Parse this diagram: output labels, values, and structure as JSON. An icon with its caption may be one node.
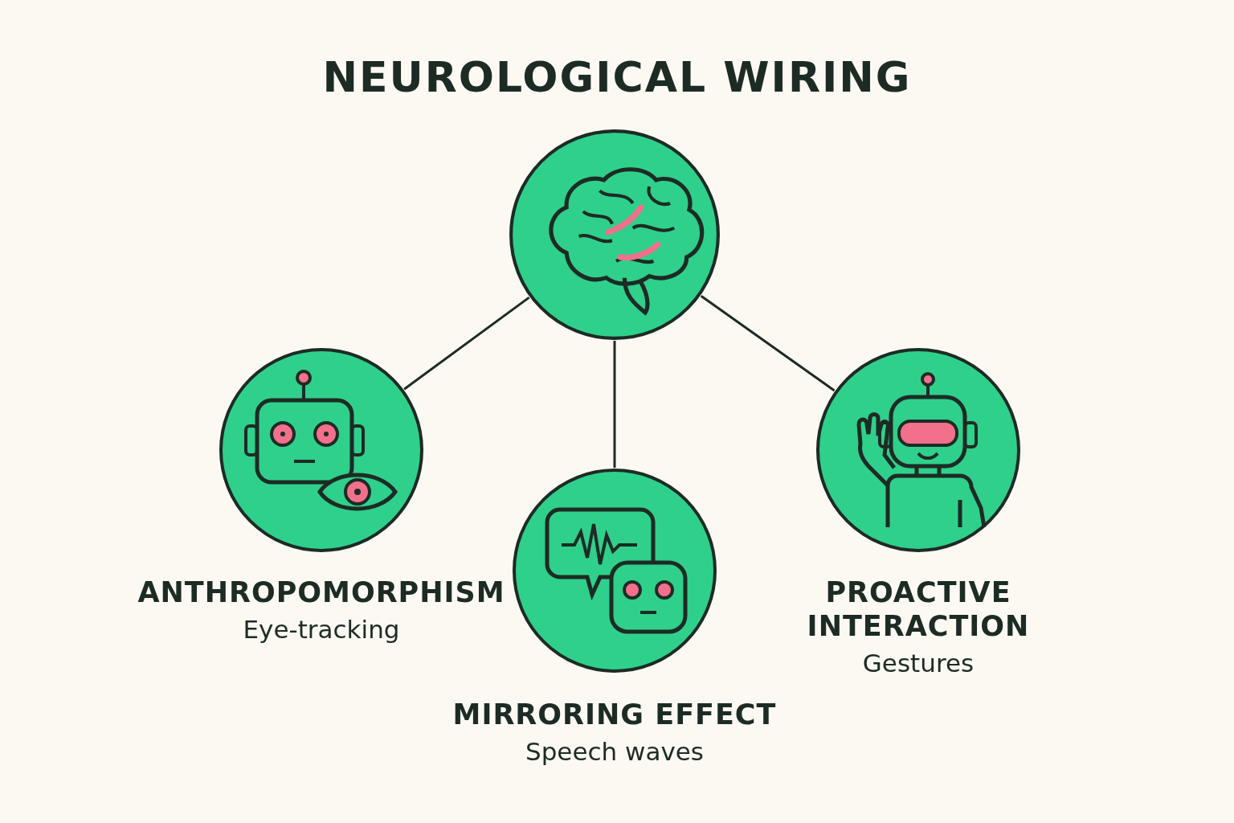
{
  "diagram": {
    "title": "NEUROLOGICAL WIRING",
    "nodes": [
      {
        "text": [],
        "shape": "circle"
      },
      {
        "text": [
          "ANTHROPOMORPHISM",
          "Eye-tracking"
        ]
      },
      {
        "text": [
          "MIRRORING EFFECT",
          "Speech waves"
        ]
      },
      {
        "text": [
          "PROACTIVE INTERACTION",
          "Gestures"
        ]
      }
    ],
    "edges": [
      {
        "from": 0,
        "to": 1,
        "arrow": "none"
      },
      {
        "from": 0,
        "to": 2,
        "arrow": "none"
      },
      {
        "from": 0,
        "to": 3,
        "arrow": "none"
      }
    ]
  }
}
